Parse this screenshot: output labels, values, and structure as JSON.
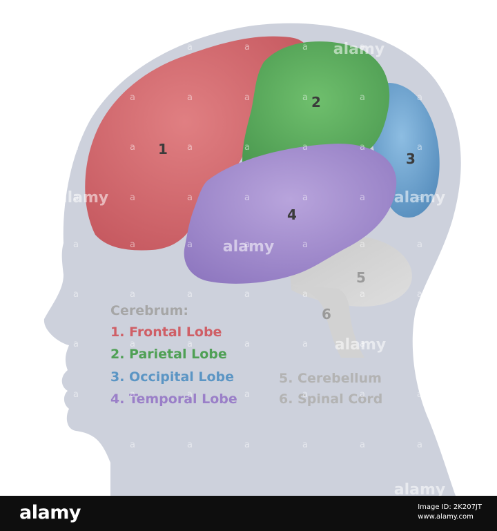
{
  "lobes": [
    {
      "number": "1",
      "color": "#d06a6e"
    },
    {
      "number": "2",
      "color": "#5aa95c"
    },
    {
      "number": "3",
      "color": "#6b9ec8"
    },
    {
      "number": "4",
      "color": "#a590cc"
    },
    {
      "number": "5",
      "color": "#c2c2c2"
    },
    {
      "number": "6",
      "color": "#cfcfcf"
    }
  ],
  "legend": {
    "cerebrum_title": "Cerebrum:",
    "items": [
      {
        "label": "1. Frontal Lobe",
        "color": "#cf5f66"
      },
      {
        "label": "2. Parietal Lobe",
        "color": "#4fa055"
      },
      {
        "label": "3. Occipital Lobe",
        "color": "#5b95c4"
      },
      {
        "label": "4. Temporal Lobe",
        "color": "#9a7fc8"
      }
    ],
    "other_items": [
      {
        "label": "5. Cerebellum",
        "color": "#b3b3b3"
      },
      {
        "label": "6. Spinal Cord",
        "color": "#b3b3b3"
      }
    ],
    "title_color": "#a6a6a6"
  },
  "watermark": {
    "text": "alamy",
    "small": "a"
  },
  "footer": {
    "logo": "alamy",
    "image_id": "Image ID: 2K207JT",
    "site": "www.alamy.com"
  },
  "colors": {
    "head": "#cdd1dc",
    "background": "#ffffff",
    "footer": "#0e0e0e"
  }
}
